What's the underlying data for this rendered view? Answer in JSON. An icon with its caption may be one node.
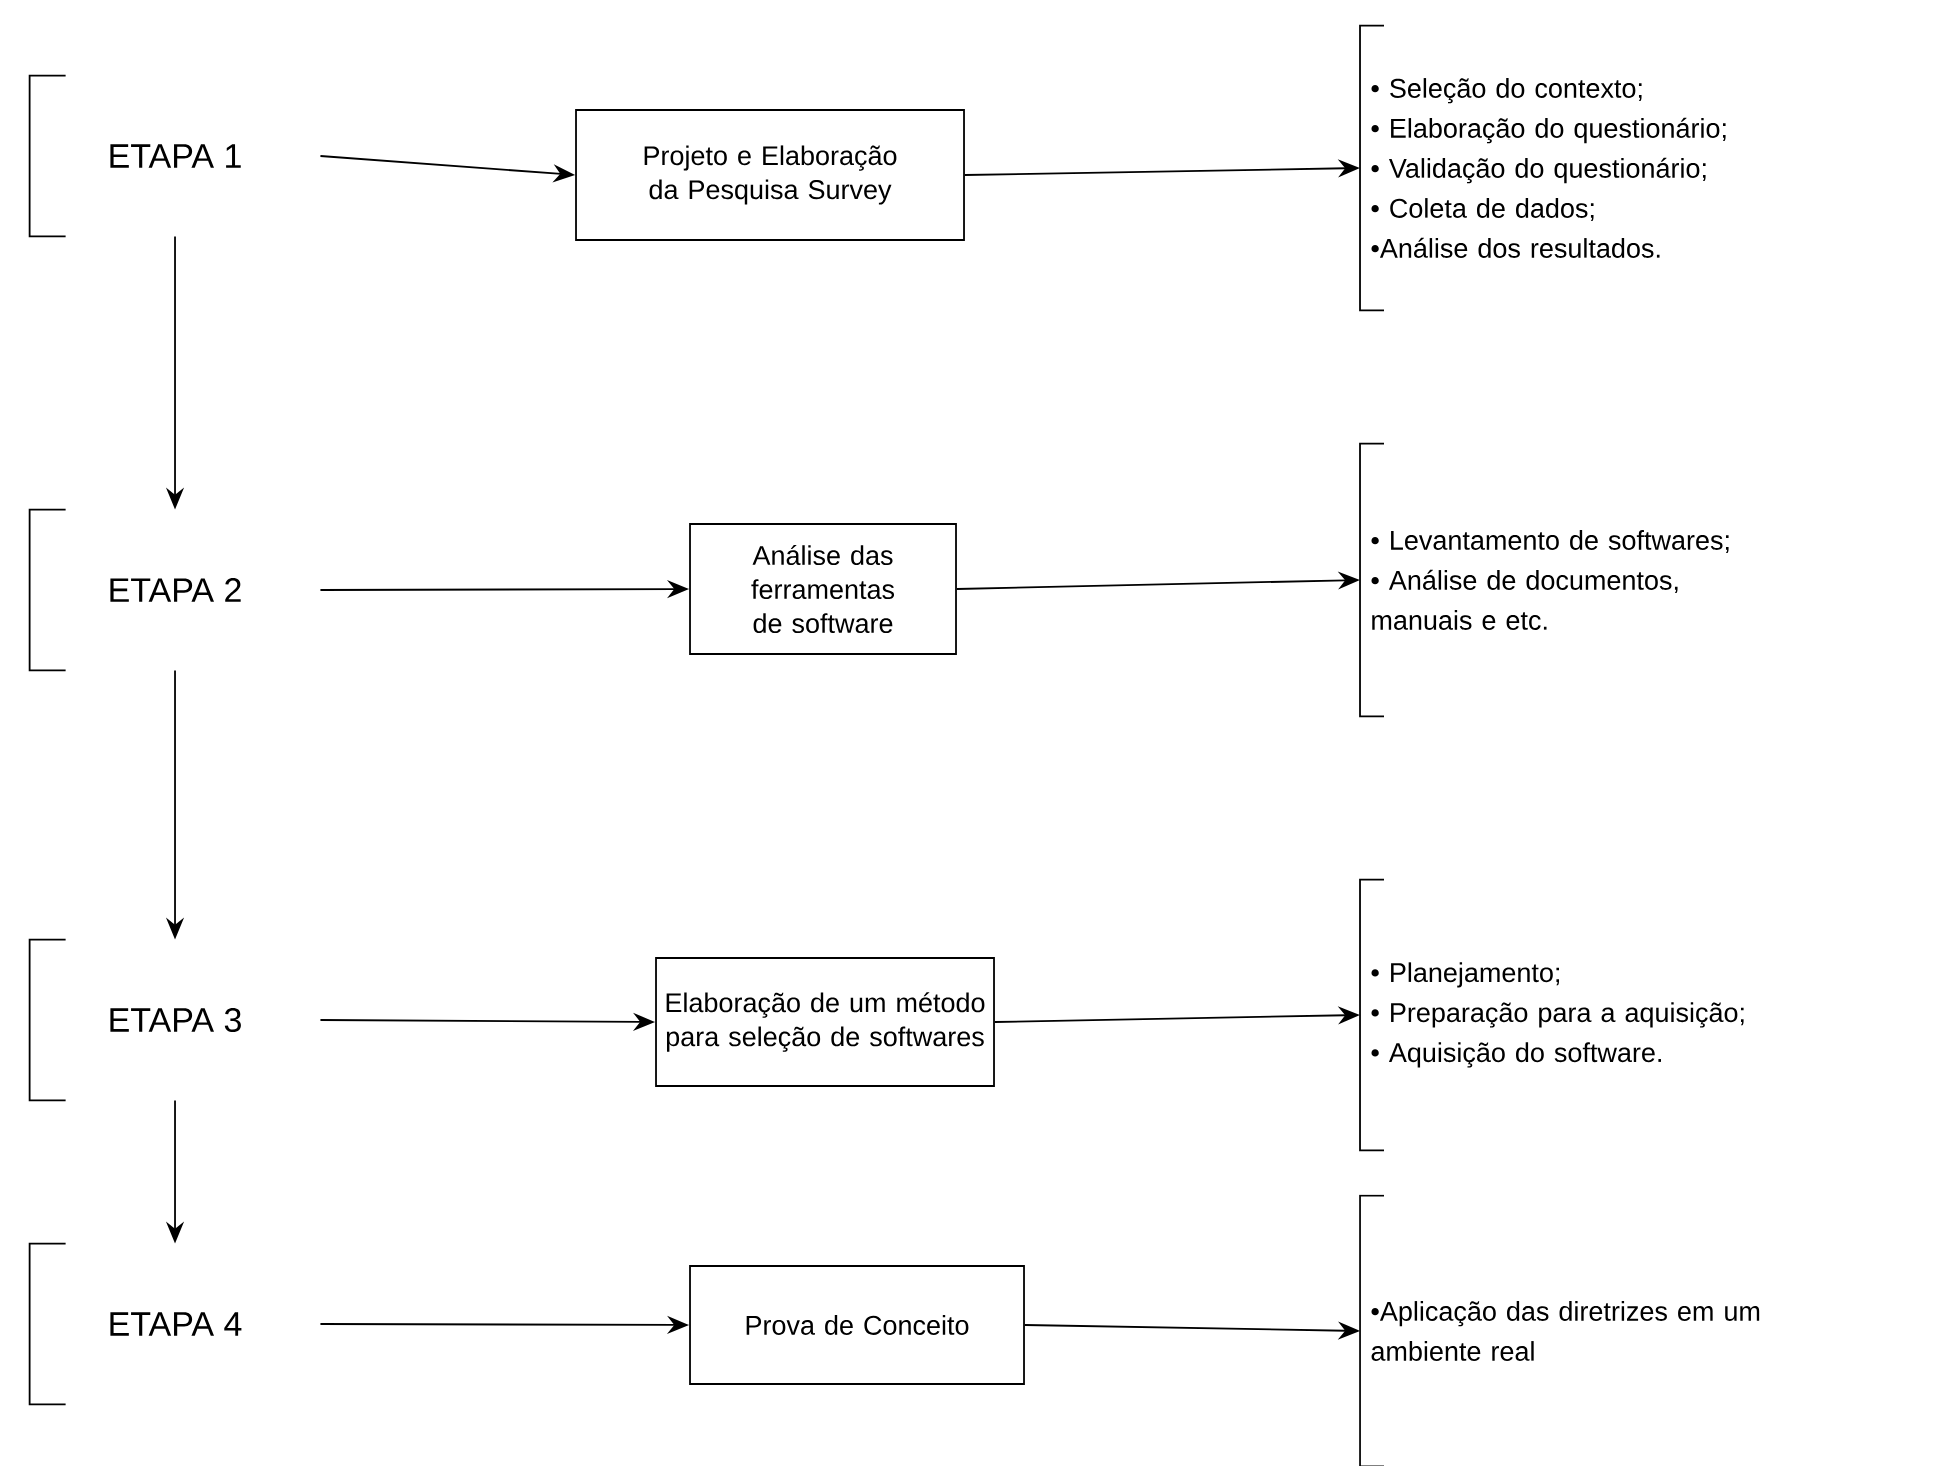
{
  "diagram": {
    "nodes": [
      {
        "text": [
          "ETAPA 1"
        ]
      },
      {
        "text": [
          "Projeto e Elaboração da Pesquisa Survey"
        ]
      },
      {
        "text": [
          "• Seleção do contexto;",
          "• Elaboração do questionário;",
          "• Validação do questionário;",
          "• Coleta de dados;",
          "•Análise dos resultados."
        ]
      },
      {
        "text": [
          "ETAPA 2"
        ]
      },
      {
        "text": [
          "Análise das ferramentas de software"
        ]
      },
      {
        "text": [
          "• Levantamento de softwares;",
          "• Análise de documentos, manuais e etc."
        ]
      },
      {
        "text": [
          "ETAPA 3"
        ]
      },
      {
        "text": [
          "Elaboração de um método para seleção de softwares"
        ]
      },
      {
        "text": [
          "• Planejamento;",
          "• Preparação para a aquisição;",
          "• Aquisição do software."
        ]
      },
      {
        "text": [
          "ETAPA 4"
        ]
      },
      {
        "text": [
          "Prova de Conceito"
        ]
      },
      {
        "text": [
          "•Aplicação das diretrizes em um ambiente real"
        ]
      }
    ],
    "edges": [
      {
        "from": 0,
        "to": 1,
        "arrow": "to"
      },
      {
        "from": 1,
        "to": 2,
        "arrow": "to"
      },
      {
        "from": 0,
        "to": 3,
        "arrow": "to"
      },
      {
        "from": 3,
        "to": 4,
        "arrow": "to"
      },
      {
        "from": 4,
        "to": 5,
        "arrow": "to"
      },
      {
        "from": 3,
        "to": 6,
        "arrow": "to"
      },
      {
        "from": 6,
        "to": 7,
        "arrow": "to"
      },
      {
        "from": 7,
        "to": 8,
        "arrow": "to"
      },
      {
        "from": 6,
        "to": 9,
        "arrow": "to"
      },
      {
        "from": 9,
        "to": 10,
        "arrow": "to"
      },
      {
        "from": 10,
        "to": 11,
        "arrow": "to"
      }
    ]
  }
}
